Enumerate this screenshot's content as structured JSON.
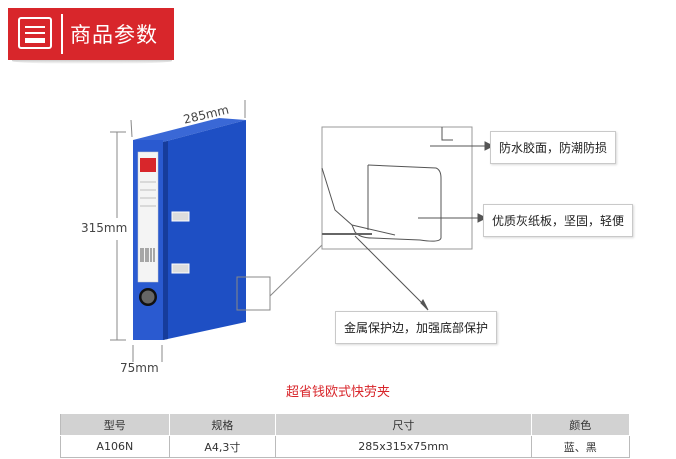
{
  "header": {
    "title": "商品参数"
  },
  "diagram": {
    "width_label": "285mm",
    "height_label": "315mm",
    "depth_label": "75mm",
    "callouts": [
      "防水胶面，防潮防损",
      "优质灰纸板，坚固，轻便",
      "金属保护边，加强底部保护"
    ]
  },
  "table": {
    "title": "超省钱欧式快劳夹",
    "headers": [
      "型号",
      "规格",
      "尺寸",
      "颜色"
    ],
    "rows": [
      [
        "A106N",
        "A4,3寸",
        "285x315x75mm",
        "蓝、黑"
      ]
    ]
  },
  "colors": {
    "brand_red": "#d8262b",
    "binder_blue": "#1e4fc4"
  }
}
